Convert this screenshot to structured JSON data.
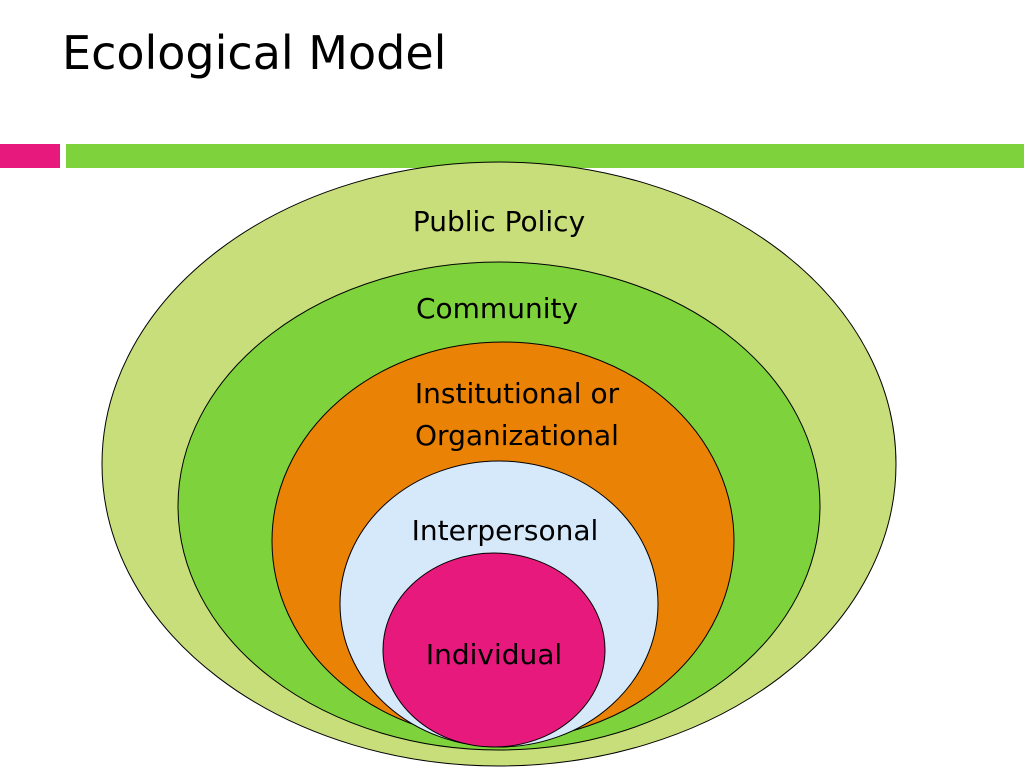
{
  "slide": {
    "title": "Ecological Model"
  },
  "accents": {
    "left_color": "#e8197c",
    "right_color": "#7ed33c"
  },
  "diagram": {
    "type": "nested-ovals",
    "layers": [
      {
        "label_lines": [
          "Public Policy"
        ],
        "fill": "#c8de7a"
      },
      {
        "label_lines": [
          "Community"
        ],
        "fill": "#7ed33c"
      },
      {
        "label_lines": [
          "Institutional or",
          "Organizational"
        ],
        "fill": "#ea8205"
      },
      {
        "label_lines": [
          "Interpersonal"
        ],
        "fill": "#d6e9fb"
      },
      {
        "label_lines": [
          "Individual"
        ],
        "fill": "#e8197c"
      }
    ]
  }
}
